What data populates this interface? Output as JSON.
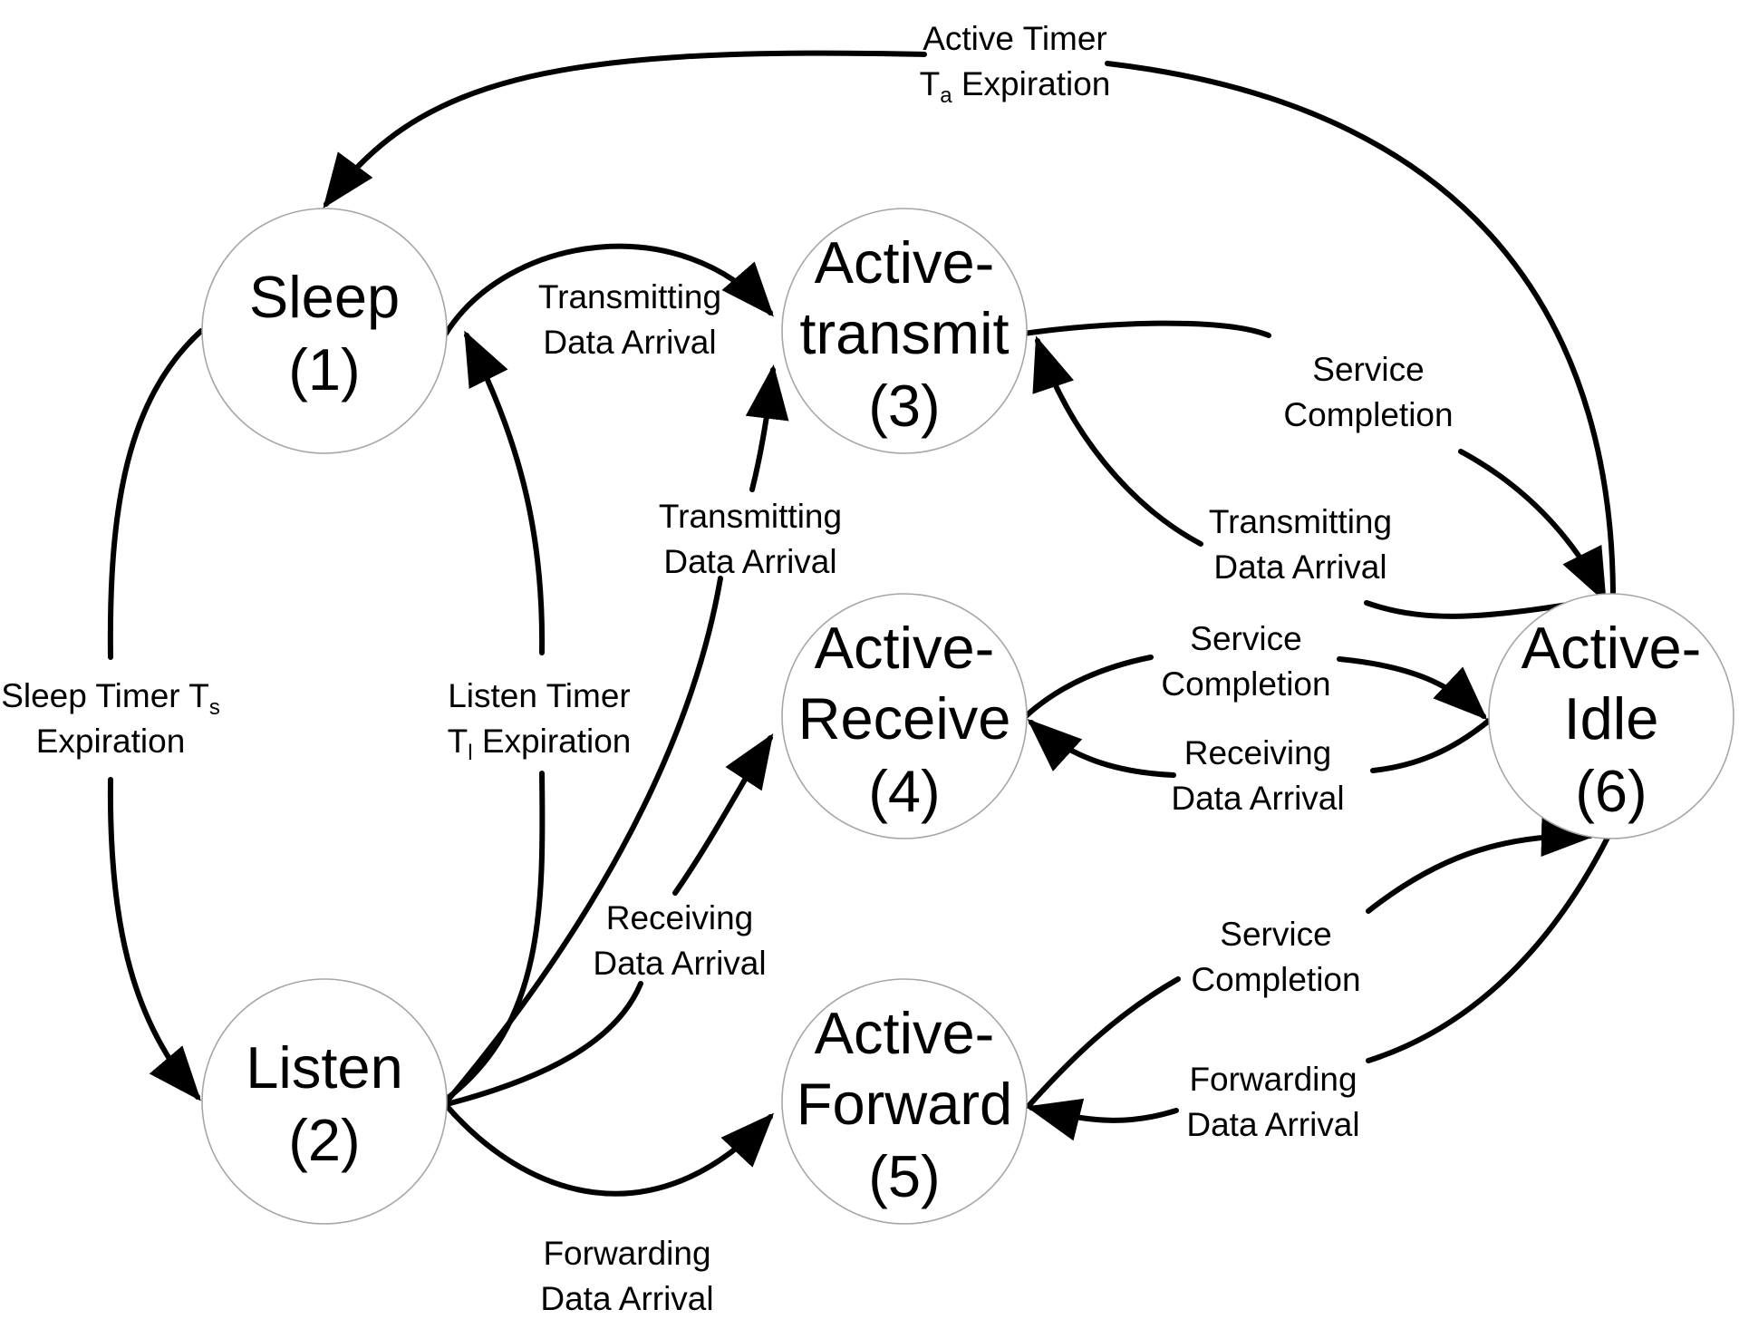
{
  "colors": {
    "background": "#ffffff",
    "edge": "#000000",
    "node_border": "#a6a6a6"
  },
  "states": {
    "sleep": {
      "line1": "Sleep",
      "line2": "(1)"
    },
    "listen": {
      "line1": "Listen",
      "line2": "(2)"
    },
    "active_transmit": {
      "line1": "Active-",
      "line2": "transmit",
      "line3": "(3)"
    },
    "active_receive": {
      "line1": "Active-",
      "line2": "Receive",
      "line3": "(4)"
    },
    "active_forward": {
      "line1": "Active-",
      "line2": "Forward",
      "line3": "(5)"
    },
    "active_idle": {
      "line1": "Active-",
      "line2": "Idle",
      "line3": "(6)"
    }
  },
  "transitions": {
    "active_timer": {
      "line1": "Active Timer",
      "line2_symbol": "T",
      "line2_sub": "a",
      "line2_rest": " Expiration"
    },
    "sleep_timer": {
      "line1_text": "Sleep Timer T",
      "line1_sub": "s",
      "line2": "Expiration"
    },
    "listen_timer": {
      "line1": "Listen Timer",
      "line2_symbol": "T",
      "line2_sub": "l",
      "line2_rest": " Expiration"
    },
    "sleep_to_transmit": {
      "line1": "Transmitting",
      "line2": "Data Arrival"
    },
    "listen_to_transmit": {
      "line1": "Transmitting",
      "line2": "Data Arrival"
    },
    "listen_to_receive": {
      "line1": "Receiving",
      "line2": "Data Arrival"
    },
    "listen_to_forward": {
      "line1": "Forwarding",
      "line2": "Data Arrival"
    },
    "transmit_service": {
      "line1": "Service",
      "line2": "Completion"
    },
    "idle_to_transmit": {
      "line1": "Transmitting",
      "line2": "Data Arrival"
    },
    "receive_service": {
      "line1": "Service",
      "line2": "Completion"
    },
    "idle_to_receive": {
      "line1": "Receiving",
      "line2": "Data Arrival"
    },
    "forward_service": {
      "line1": "Service",
      "line2": "Completion"
    },
    "idle_to_forward": {
      "line1": "Forwarding",
      "line2": "Data Arrival"
    }
  }
}
